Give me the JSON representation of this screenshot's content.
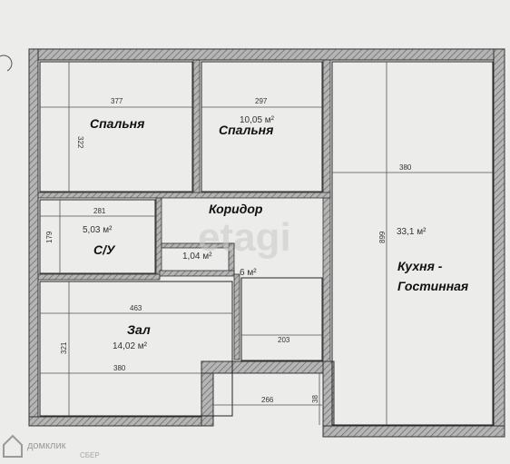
{
  "rooms": {
    "bedroom1": {
      "label": "Спальня",
      "width": "377",
      "height": "322"
    },
    "bedroom2": {
      "label": "Спальня",
      "width": "297",
      "area": "10,05 м²"
    },
    "corridor": {
      "label": "Коридор",
      "area_partial": "6 м²"
    },
    "bathroom": {
      "label": "С/У",
      "width": "281",
      "height": "179",
      "area": "5,03 м²"
    },
    "closet": {
      "area": "1,04 м²"
    },
    "hall": {
      "label": "Зал",
      "width_top": "463",
      "width_bottom": "380",
      "height": "321",
      "area": "14,02 м²"
    },
    "kitchen": {
      "label_line1": "Кухня -",
      "label_line2": "Гостинная",
      "width": "380",
      "height": "899",
      "area": "33,1 м²"
    },
    "misc": {
      "corridor_bottom": "203",
      "bottom_passage": "266",
      "bottom_small": "38"
    }
  },
  "watermark": "etagi",
  "footer": {
    "brand": "домклик",
    "sub": "СБЕР"
  },
  "colors": {
    "wall": "#9a9a9a",
    "wall_hatch": "#6f6f6f",
    "line": "#222222",
    "dim_line": "#555555",
    "background": "#ececea"
  }
}
